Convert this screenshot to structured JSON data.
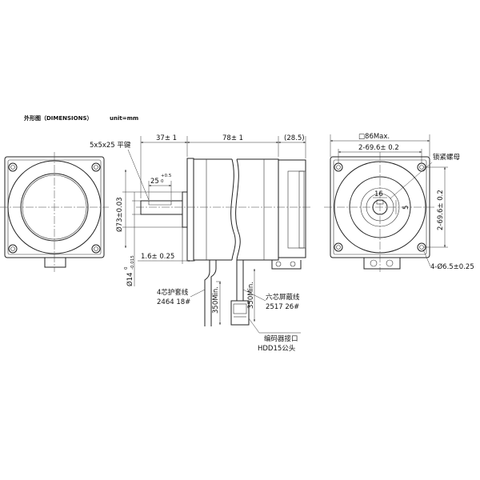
{
  "header": {
    "title": "外形图（DIMENSIONS）",
    "unit": "unit=mm"
  },
  "side_view": {
    "dim_flange": "37± 1",
    "dim_body": "78± 1",
    "dim_tail": "(28.5)",
    "key": "5x5x25 平键",
    "key_len": "25",
    "key_tol_upper": "+0.5",
    "key_tol_lower": "0",
    "pilot": "Ø73±0.03",
    "shaft": "Ø14",
    "shaft_tol_upper": "0",
    "shaft_tol_lower": "-0.015",
    "flange_thk": "1.6± 0.25",
    "cable1_name": "4芯护套线",
    "cable1_spec": "2464 18#",
    "cable1_len": "350Min.",
    "cable2_name": "六芯屏蔽线",
    "cable2_spec": "2517 26#",
    "cable2_len": "350Min.",
    "encoder_name": "编码器接口",
    "encoder_spec": "HDD15公头"
  },
  "rear_view": {
    "square": "□86Max.",
    "bolt_spacing_h": "2-69.6± 0.2",
    "bolt_spacing_v": "2-69.6± 0.2",
    "lock_nut": "锁紧螺母",
    "shaft_dim_a": "16",
    "shaft_dim_b": "5",
    "holes": "4-Ø6.5±0.25"
  }
}
